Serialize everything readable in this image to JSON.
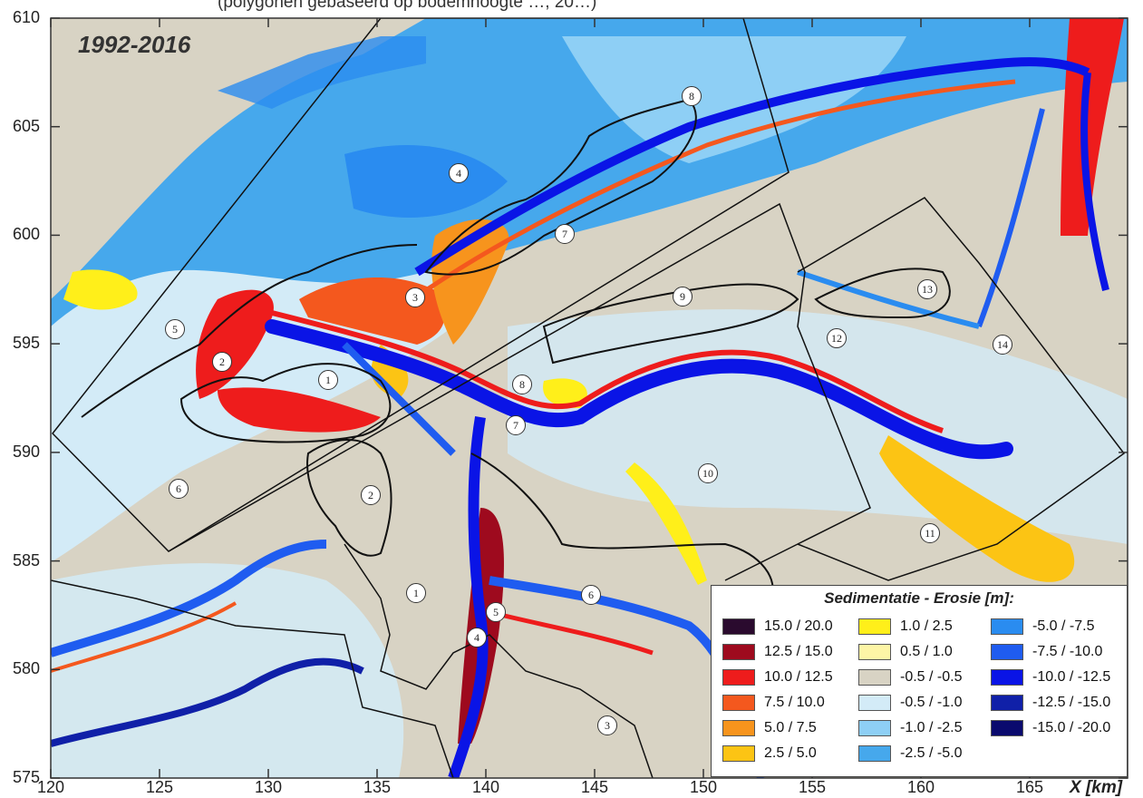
{
  "header": {
    "caption": "(polygonen gebaseerd op bodemhoogte …, 20…)"
  },
  "map": {
    "period": "1992-2016",
    "y_ticks": [
      "610",
      "605",
      "600",
      "595",
      "590",
      "585",
      "580",
      "575"
    ],
    "x_ticks": [
      "120",
      "125",
      "130",
      "135",
      "140",
      "145",
      "150",
      "155",
      "160",
      "165"
    ],
    "x_axis_label": "X [km]",
    "region_labels": [
      "8",
      "4",
      "7",
      "3",
      "9",
      "13",
      "5",
      "12",
      "14",
      "2",
      "1",
      "8",
      "7",
      "10",
      "6",
      "2",
      "11",
      "1",
      "6",
      "5",
      "4",
      "3"
    ]
  },
  "legend": {
    "title": "Sedimentatie - Erosie [m]:",
    "classes": [
      {
        "label": "15.0 / 20.0",
        "color": "#2a0a2e"
      },
      {
        "label": "12.5 / 15.0",
        "color": "#9e0a1e"
      },
      {
        "label": "10.0 / 12.5",
        "color": "#ee1c1c"
      },
      {
        "label": "7.5 / 10.0",
        "color": "#f4581e"
      },
      {
        "label": "5.0 / 7.5",
        "color": "#f7941d"
      },
      {
        "label": "2.5 / 5.0",
        "color": "#fcc414"
      },
      {
        "label": "1.0 / 2.5",
        "color": "#ffef1a"
      },
      {
        "label": "0.5 / 1.0",
        "color": "#fdf5a6"
      },
      {
        "label": "-0.5 / -0.5",
        "color": "#d8d3c4"
      },
      {
        "label": "-0.5 / -1.0",
        "color": "#d3ebf7"
      },
      {
        "label": "-1.0 / -2.5",
        "color": "#8ecff5"
      },
      {
        "label": "-2.5 / -5.0",
        "color": "#46a8ec"
      },
      {
        "label": "-5.0 / -7.5",
        "color": "#2a8cf0"
      },
      {
        "label": "-7.5 / -10.0",
        "color": "#1f5cf0"
      },
      {
        "label": "-10.0 / -12.5",
        "color": "#0a14e6"
      },
      {
        "label": "-12.5 / -15.0",
        "color": "#1020a8"
      },
      {
        "label": "-15.0 / -20.0",
        "color": "#0a0a6e"
      }
    ]
  },
  "colors": {
    "land": "#d8d3c4",
    "shallow": "#d3ebf7",
    "frame": "#333333"
  }
}
